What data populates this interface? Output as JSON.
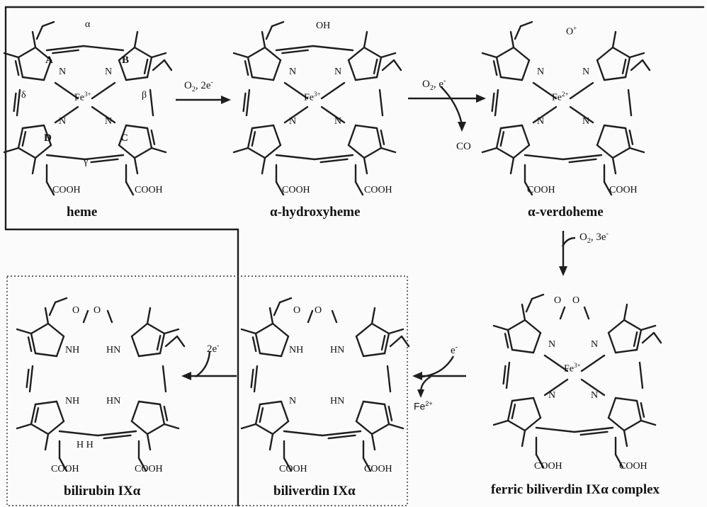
{
  "colors": {
    "background": "#fbfbfb",
    "ink": "#1e1e1e"
  },
  "heme": {
    "name": "heme",
    "metal": "Fe",
    "charge": "3+",
    "rings": [
      "A",
      "B",
      "C",
      "D"
    ],
    "meso": {
      "alpha": "α",
      "beta": "β",
      "gamma": "γ",
      "delta": "δ"
    },
    "substituents": {
      "acid": "COOH",
      "nitrogen": "N"
    }
  },
  "hydroxyheme": {
    "name": "α-hydroxyheme",
    "metal": "Fe",
    "charge": "3+",
    "oh": "OH",
    "acid": "COOH"
  },
  "verdoheme": {
    "name": "α-verdoheme",
    "metal": "Fe",
    "charge": "2+",
    "oxonium": "O",
    "oxonium_charge": "+",
    "acid": "COOH"
  },
  "ferric_complex": {
    "name": "ferric biliverdin IXα complex",
    "metal": "Fe",
    "charge": "3+",
    "oxygen": "O",
    "acid": "COOH"
  },
  "biliverdin": {
    "name": "biliverdin IXα",
    "nh": "NH",
    "hn": "HN",
    "n": "N",
    "oxygen": "O",
    "acid": "COOH"
  },
  "bilirubin": {
    "name": "bilirubin IXα",
    "nh": "NH",
    "hn": "HN",
    "h": "H H",
    "oxygen": "O",
    "acid": "COOH"
  },
  "arrows": {
    "step1": {
      "reagent": "O",
      "sub": "2",
      "rest": ", 2e",
      "sup": "-"
    },
    "step2": {
      "reagent": "O",
      "sub": "2",
      "rest": ", e",
      "sup": "-",
      "byproduct": "CO"
    },
    "step3": {
      "reagent": "O",
      "sub": "2",
      "rest": ", 3e",
      "sup": "-"
    },
    "step4": {
      "reagent": "e",
      "sup": "-",
      "byproduct": "Fe",
      "byproduct_sup": "2+"
    },
    "step5": {
      "reagent": "2e",
      "sup": "-"
    }
  }
}
